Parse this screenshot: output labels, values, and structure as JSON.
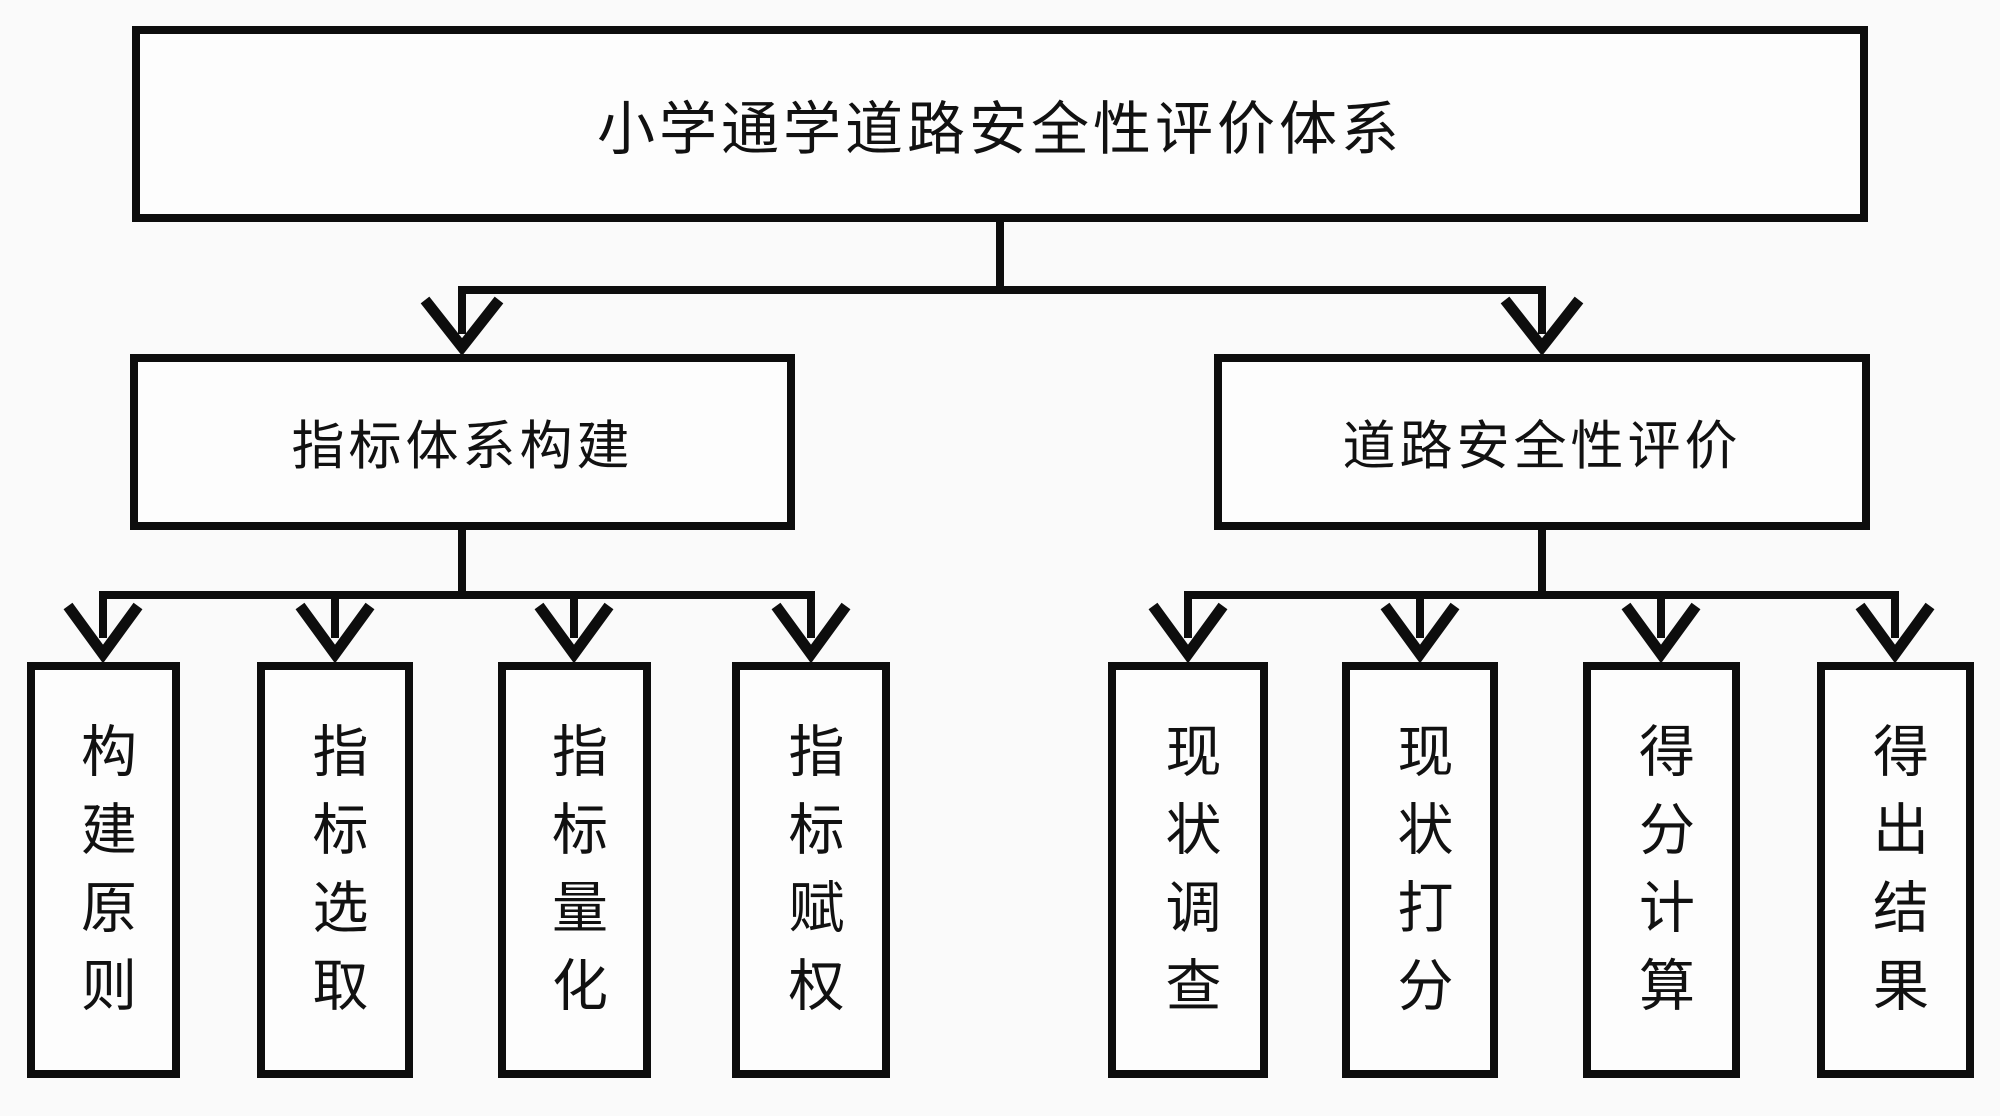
{
  "diagram": {
    "title": "小学通学道路安全性评价体系",
    "branches": [
      {
        "label": "指标体系构建",
        "children": [
          {
            "label": "构建原则"
          },
          {
            "label": "指标选取"
          },
          {
            "label": "指标量化"
          },
          {
            "label": "指标赋权"
          }
        ]
      },
      {
        "label": "道路安全性评价",
        "children": [
          {
            "label": "现状调查"
          },
          {
            "label": "现状打分"
          },
          {
            "label": "得分计算"
          },
          {
            "label": "得出结果"
          }
        ]
      }
    ],
    "colors": {
      "line": "#0d0d0d",
      "box_fill": "#fdfdfd",
      "background": "#fafafa",
      "text": "#111111"
    }
  }
}
